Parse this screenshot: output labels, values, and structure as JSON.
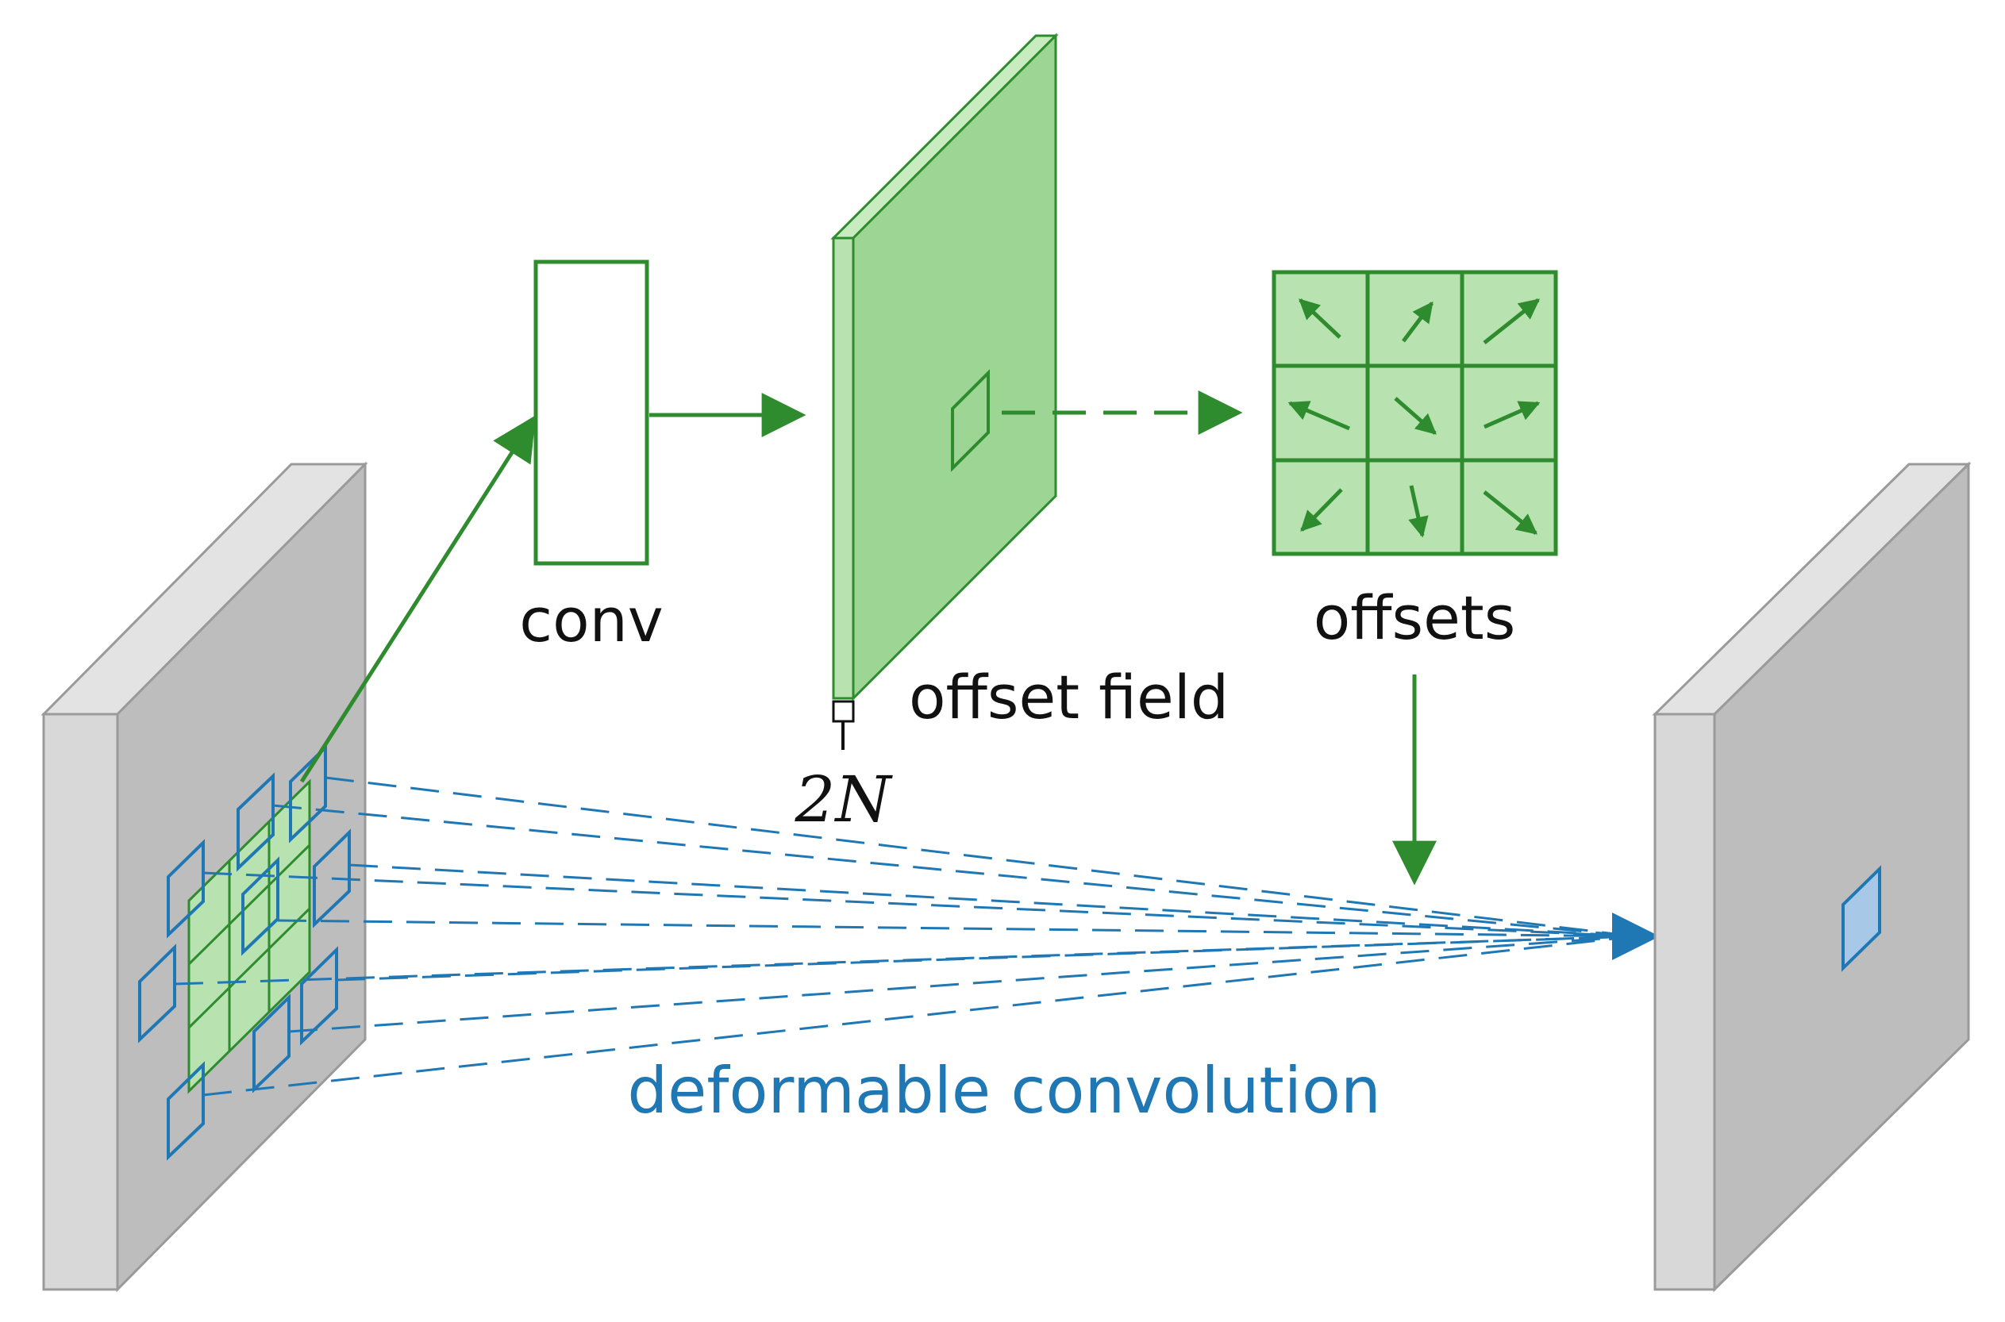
{
  "labels": {
    "conv": "conv",
    "offset_field": "offset field",
    "offsets": "offsets",
    "channels": "2N",
    "deformable": "deformable convolution"
  },
  "colors": {
    "green": "#2e8b2e",
    "green_fill": "#9dd694",
    "green_light": "#b8e3b0",
    "blue": "#1f77b4",
    "blue_fill": "#a8c8e8",
    "gray_face": "#bdbdbd",
    "gray_side": "#d8d8d8",
    "gray_edge": "#9a9a9a"
  },
  "icons": {
    "offset_arrows": [
      "arrow-up-left-icon",
      "arrow-up-right-icon",
      "arrow-up-right-icon",
      "arrow-left-icon",
      "arrow-down-right-icon",
      "arrow-right-icon",
      "arrow-down-left-icon",
      "arrow-down-icon",
      "arrow-down-right-icon"
    ]
  }
}
